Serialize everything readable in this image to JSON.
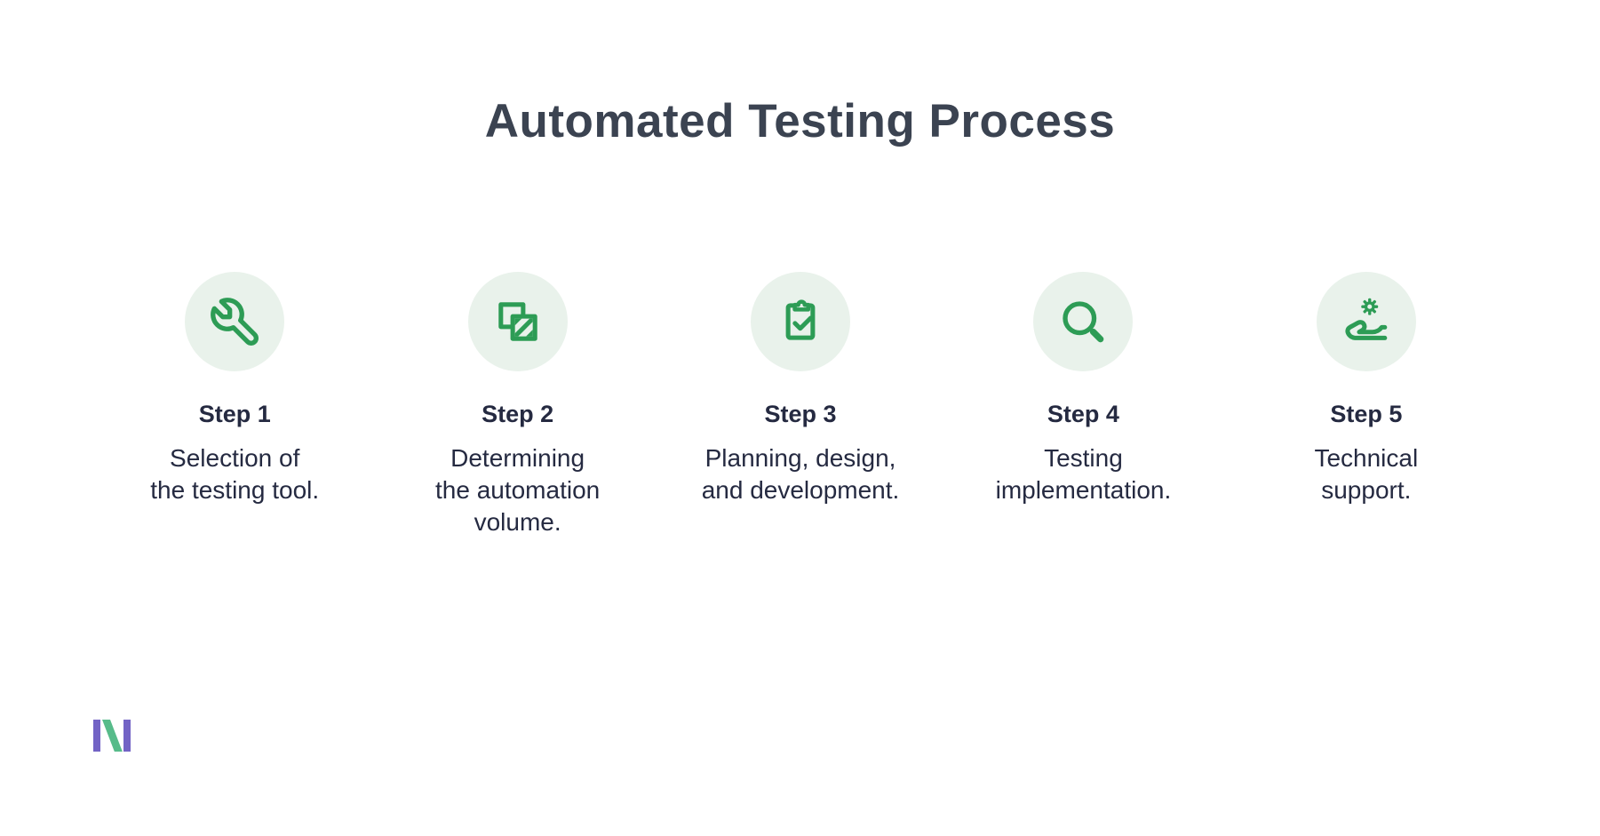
{
  "title": "Automated Testing Process",
  "steps": [
    {
      "label": "Step 1",
      "description": "Selection of\nthe testing tool.",
      "icon": "wrench-icon"
    },
    {
      "label": "Step 2",
      "description": "Determining\nthe automation\nvolume.",
      "icon": "overlapping-squares-icon"
    },
    {
      "label": "Step 3",
      "description": "Planning, design,\nand development.",
      "icon": "clipboard-check-icon"
    },
    {
      "label": "Step 4",
      "description": "Testing\nimplementation.",
      "icon": "magnifier-icon"
    },
    {
      "label": "Step 5",
      "description": "Technical\nsupport.",
      "icon": "hand-gear-icon"
    }
  ],
  "colors": {
    "title_text": "#3b4351",
    "step_text": "#252a41",
    "icon_stroke": "#2d9c55",
    "icon_circle_bg": "#e9f2eb",
    "logo_purple": "#7263c5",
    "logo_green": "#57bb8a",
    "background": "#ffffff"
  }
}
